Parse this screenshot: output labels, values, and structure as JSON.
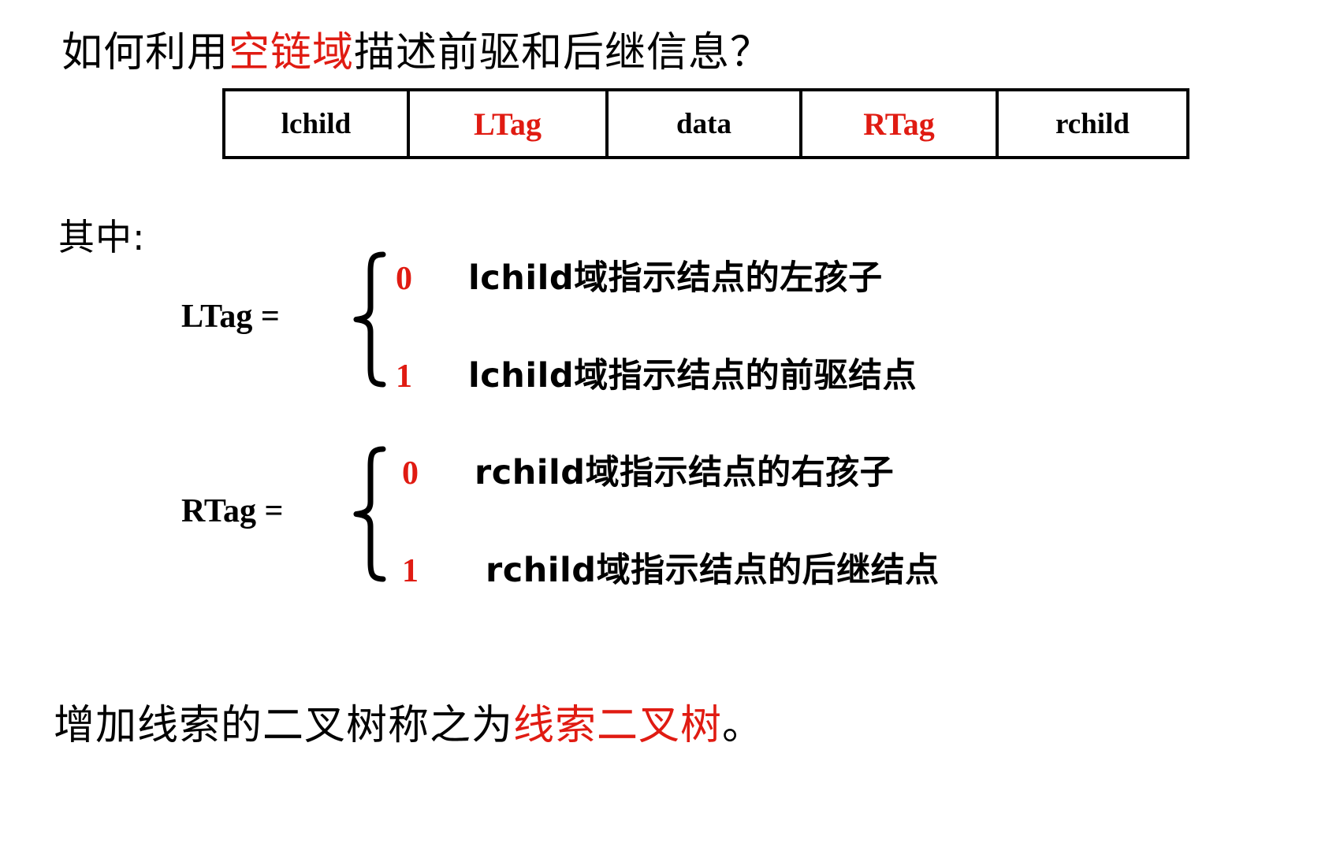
{
  "colors": {
    "accent_red": "#e01b12",
    "text_black": "#000000",
    "background": "#ffffff"
  },
  "title": {
    "prefix": "如何利用",
    "highlight": "空链域",
    "suffix": "描述前驱和后继信息？"
  },
  "node_table": {
    "cells": [
      {
        "label": "lchild",
        "color": "#000000"
      },
      {
        "label": "LTag",
        "color": "#e01b12"
      },
      {
        "label": "data",
        "color": "#000000"
      },
      {
        "label": "RTag",
        "color": "#e01b12"
      },
      {
        "label": "rchild",
        "color": "#000000"
      }
    ]
  },
  "where_label": "其中:",
  "tag_groups": [
    {
      "name": "LTag =",
      "rows": [
        {
          "value": "0",
          "desc": "lchild域指示结点的左孩子"
        },
        {
          "value": "1",
          "desc": "lchild域指示结点的前驱结点"
        }
      ]
    },
    {
      "name": "RTag =",
      "rows": [
        {
          "value": "0",
          "desc": "rchild域指示结点的右孩子"
        },
        {
          "value": "1",
          "desc": "rchild域指示结点的后继结点"
        }
      ]
    }
  ],
  "conclusion": {
    "prefix": "增加线索的二叉树称之为",
    "highlight": "线索二叉树",
    "suffix": "。"
  }
}
